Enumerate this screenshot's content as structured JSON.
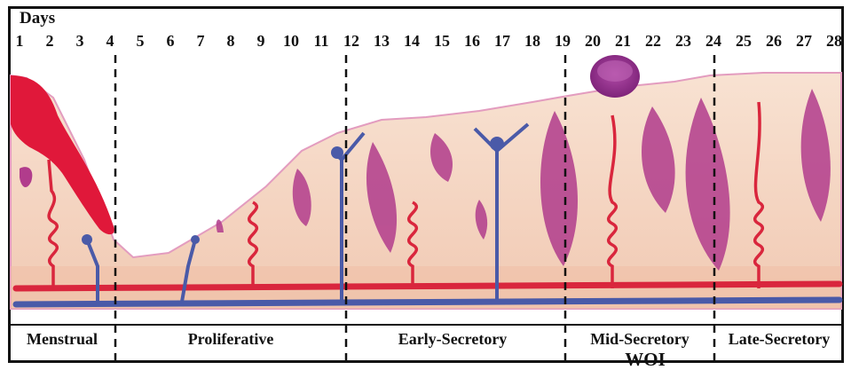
{
  "days_label": "Days",
  "days": [
    "1",
    "2",
    "3",
    "4",
    "5",
    "6",
    "7",
    "8",
    "9",
    "10",
    "11",
    "12",
    "13",
    "14",
    "15",
    "16",
    "17",
    "18",
    "19",
    "20",
    "21",
    "22",
    "23",
    "24",
    "25",
    "26",
    "27",
    "28"
  ],
  "phases": [
    {
      "label": "Menstrual"
    },
    {
      "label": "Proliferative"
    },
    {
      "label": "Early-Secretory"
    },
    {
      "label": "Mid-Secretory"
    },
    {
      "label": "Late-Secretory"
    }
  ],
  "window_label": "WOI",
  "colors": {
    "stroma": "#f6dccb",
    "stroma_deep": "#efc2aa",
    "surface": "#e9a7c7",
    "artery": "#d9263d",
    "vein": "#4a5aa8",
    "gland": "#b13c8c",
    "embryo": "#8e2c8a",
    "menses": "#e0183a"
  }
}
